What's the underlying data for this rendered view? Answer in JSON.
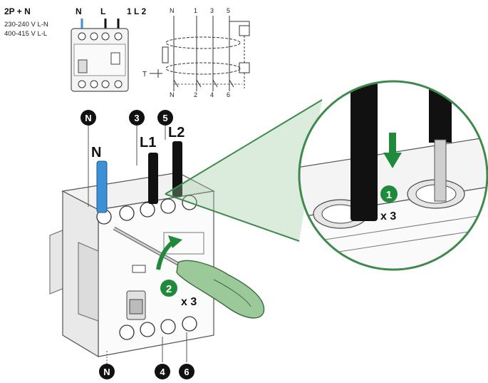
{
  "header": {
    "pole_config": "2P + N",
    "voltage_ln": "230-240 V L-N",
    "voltage_ll": "400-415 V L-L"
  },
  "mini_device": {
    "label_n": "N",
    "label_l": "L",
    "label_1l2": "1 L 2"
  },
  "schematic": {
    "top_labels": [
      "N",
      "1",
      "3",
      "5"
    ],
    "bottom_labels": [
      "N",
      "2",
      "4",
      "6"
    ],
    "test_label": "T"
  },
  "terminals_top": {
    "n_badge": "N",
    "badge_3": "3",
    "badge_5": "5",
    "cable_n": "N",
    "cable_l1": "L1",
    "cable_l2": "L2"
  },
  "terminals_bottom": {
    "n_badge": "N",
    "badge_4": "4",
    "badge_6": "6"
  },
  "steps": [
    {
      "number": "1",
      "multiplier": "x 3"
    },
    {
      "number": "2",
      "multiplier": "x 3"
    }
  ],
  "colors": {
    "step_green": "#1f8a3c",
    "screwdriver_green": "#9cc99a",
    "neutral_blue": "#3d8fd6",
    "cable_black": "#111111"
  }
}
